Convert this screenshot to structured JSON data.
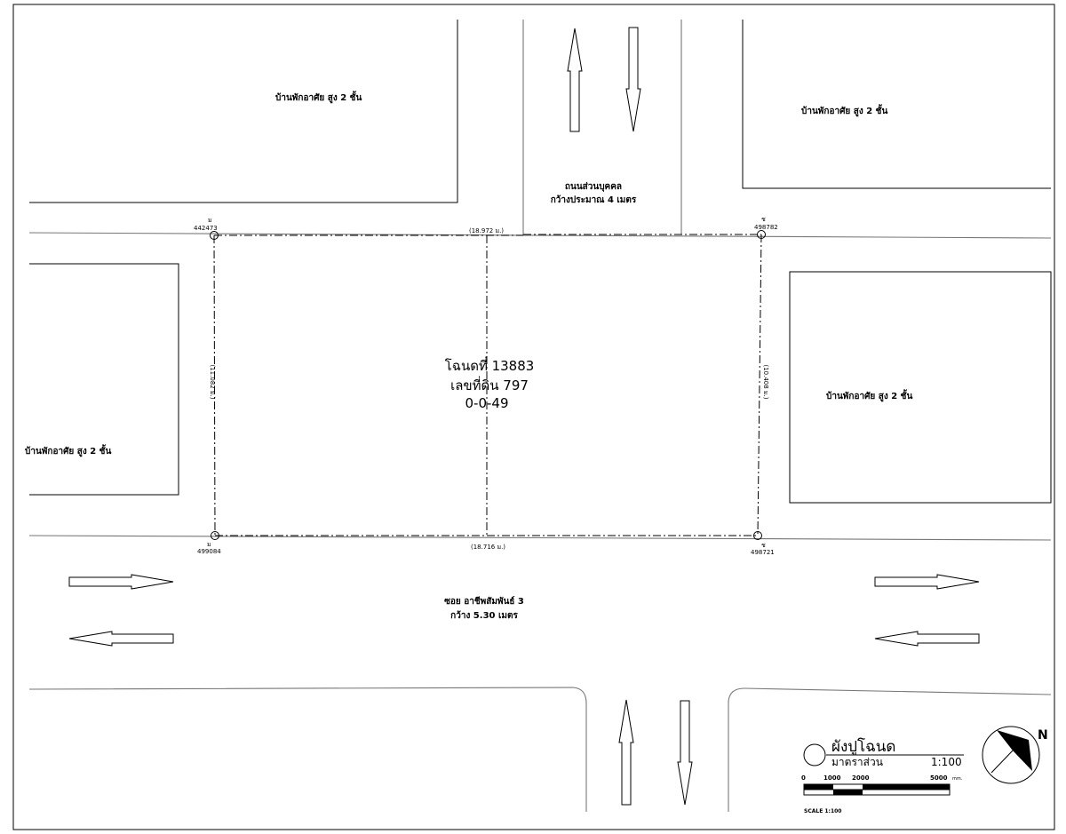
{
  "houses": {
    "top_left": "บ้านพักอาศัย สูง 2 ชั้น",
    "top_right": "บ้านพักอาศัย สูง 2 ชั้น",
    "mid_left": "บ้านพักอาศัย สูง 2 ชั้น",
    "mid_right": "บ้านพักอาศัย สูง 2 ชั้น"
  },
  "private_road": {
    "name": "ถนนส่วนบุคคล",
    "width": "กว้างประมาณ 4 เมตร"
  },
  "soi": {
    "name": "ซอย อาชีพสัมพันธ์ 3",
    "width": "กว้าง 5.30 เมตร"
  },
  "parcel": {
    "deed": "โฉนดที่ 13883",
    "lot": "เลขที่ดิน 797",
    "area": "0-0-49"
  },
  "dimensions": {
    "top": "(18.972 ม.)",
    "bottom": "(18.716 ม.)",
    "left": "(11.082 ม.)",
    "right": "(10.408 ม.)"
  },
  "markers": {
    "tl": {
      "letter": "ม",
      "number": "442473"
    },
    "tr": {
      "letter": "ช",
      "number": "498782"
    },
    "bl": {
      "letter": "ม",
      "number": "499084"
    },
    "br": {
      "letter": "ช",
      "number": "498721"
    }
  },
  "legend": {
    "title": "ผังปูโฉนด",
    "scale_label": "มาตราส่วน",
    "scale_value": "1:100",
    "bar_ticks": [
      "0",
      "1000",
      "2000",
      "5000"
    ],
    "bar_unit": "mm.",
    "bar_caption": "SCALE 1:100",
    "north": "N"
  }
}
